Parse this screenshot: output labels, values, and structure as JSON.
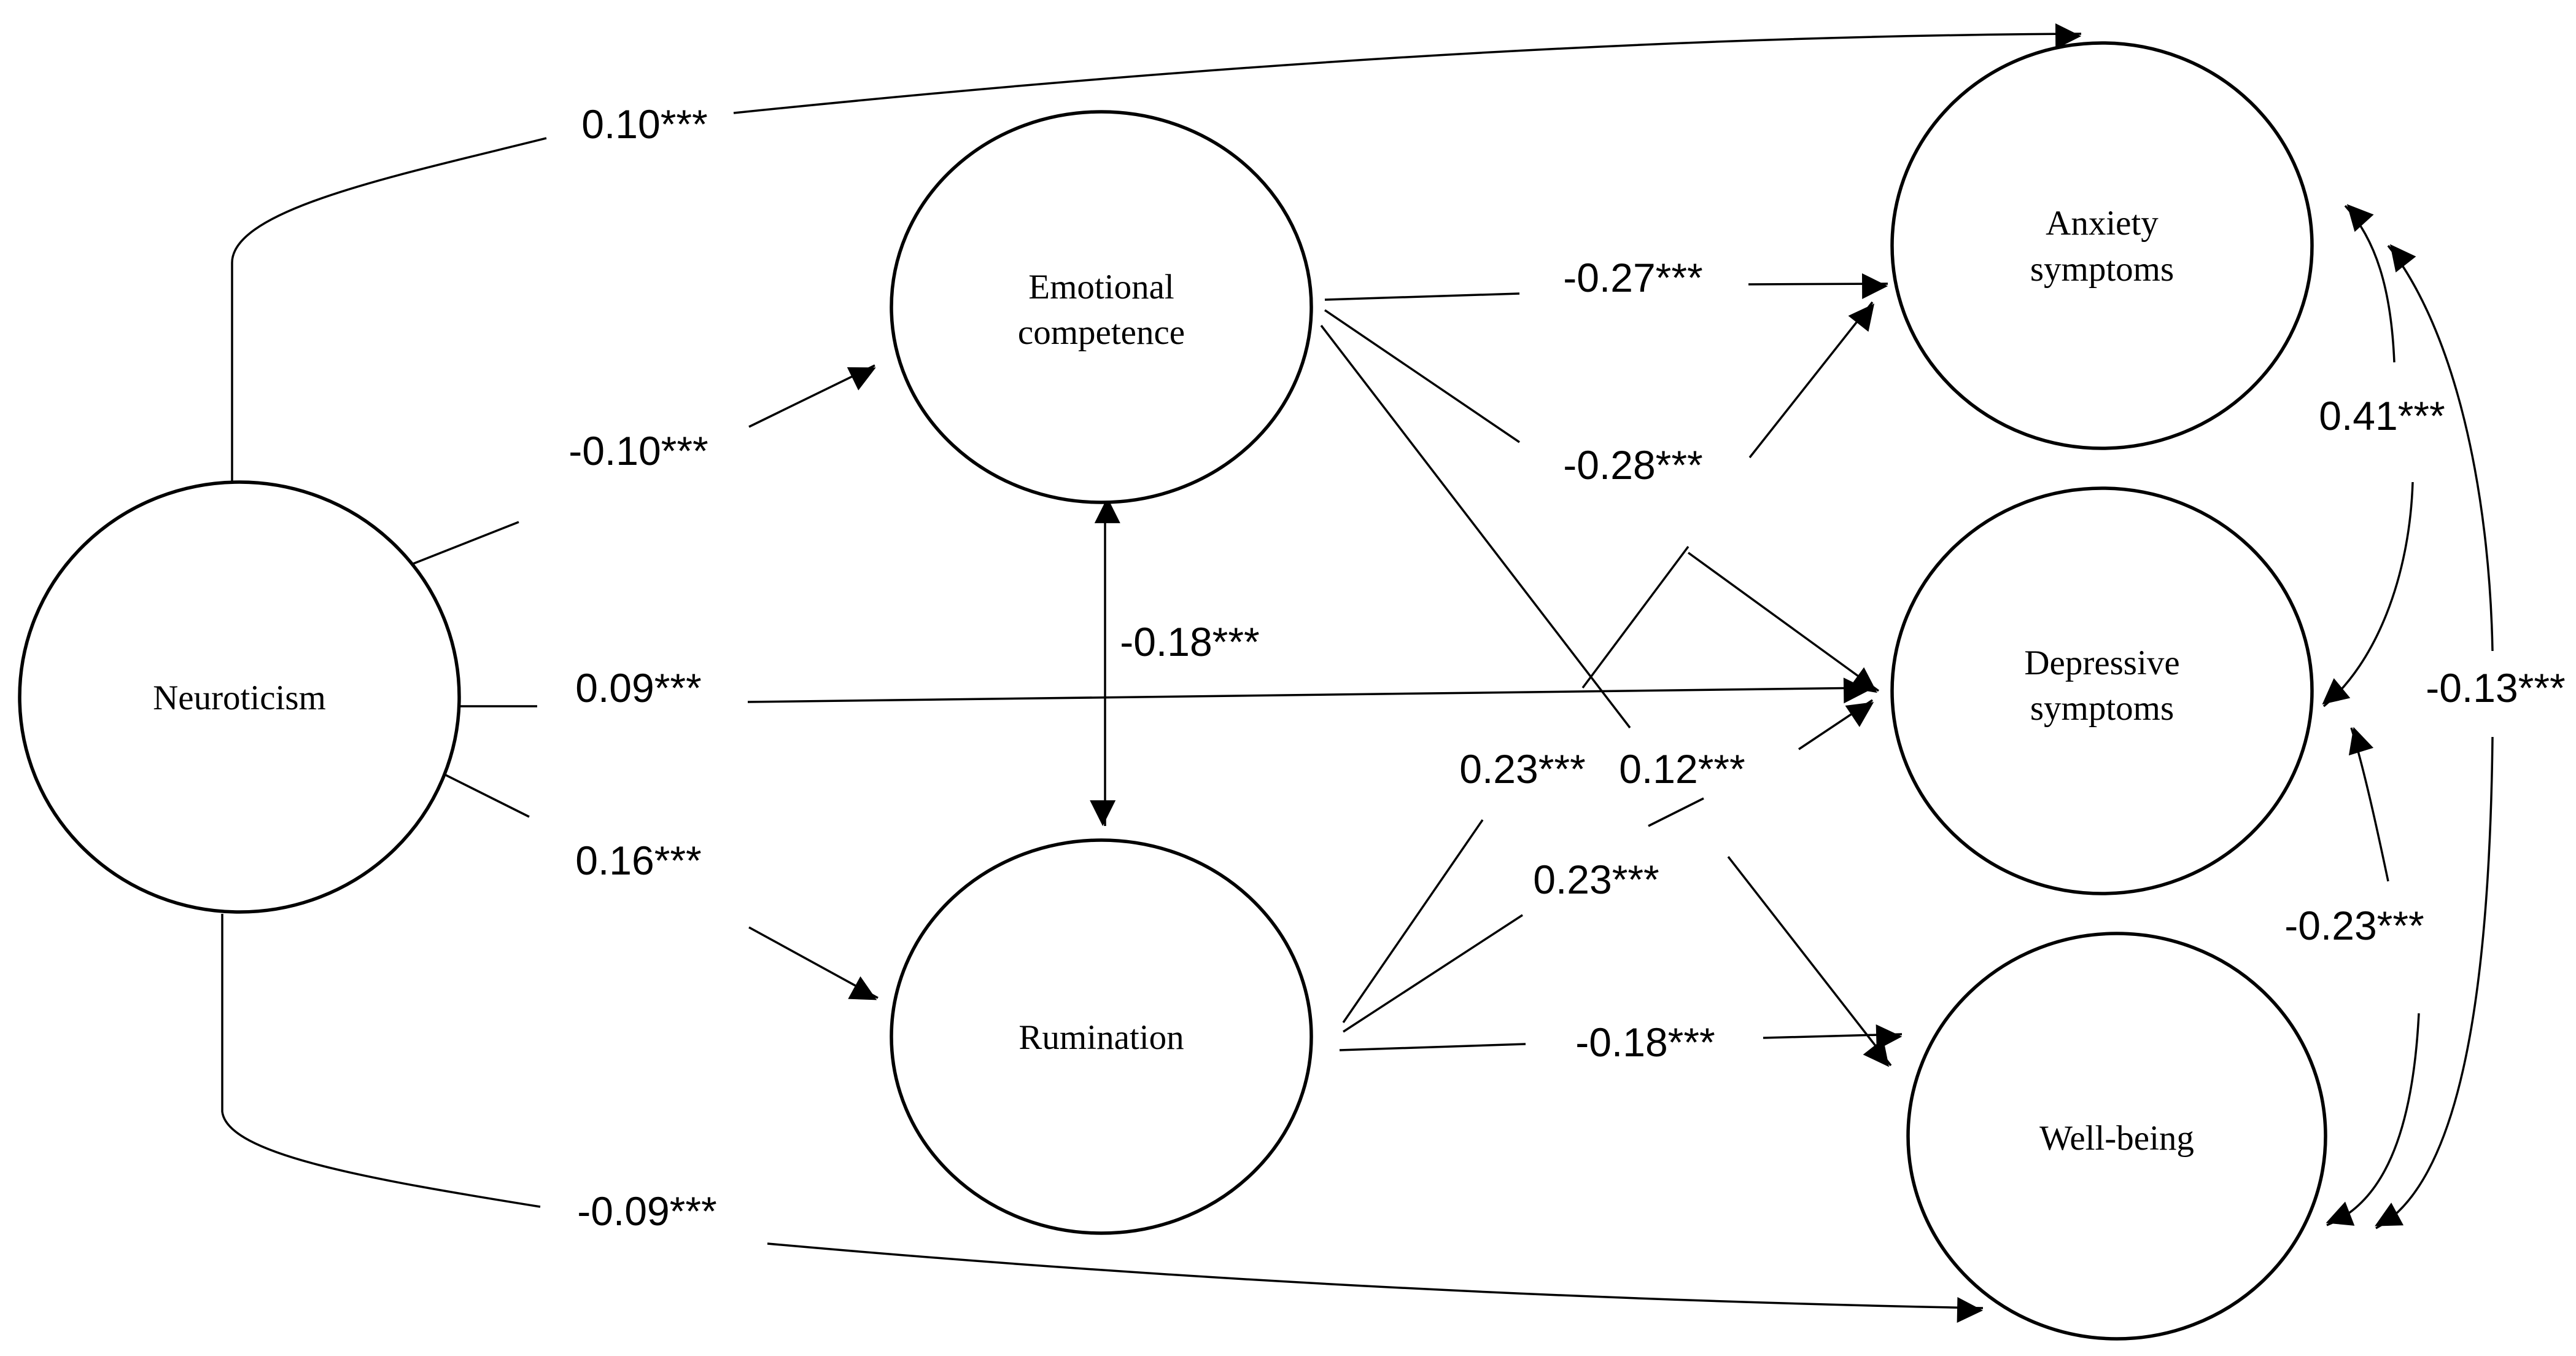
{
  "nodes": {
    "neuroticism": {
      "lines": [
        "Neuroticism"
      ]
    },
    "emotional_competence": {
      "lines": [
        "Emotional",
        "competence"
      ]
    },
    "rumination": {
      "lines": [
        "Rumination"
      ]
    },
    "anxiety": {
      "lines": [
        "Anxiety",
        "symptoms"
      ]
    },
    "depressive": {
      "lines": [
        "Depressive",
        "symptoms"
      ]
    },
    "wellbeing": {
      "lines": [
        "Well-being"
      ]
    }
  },
  "paths": {
    "neuroticism_anxiety": "0.10***",
    "neuroticism_emotional_competence": "-0.10***",
    "neuroticism_depressive": "0.09***",
    "neuroticism_rumination": "0.16***",
    "neuroticism_wellbeing": "-0.09***",
    "emotional_competence_rumination": "-0.18***",
    "emotional_competence_anxiety": "-0.27***",
    "emotional_competence_depressive": "-0.28***",
    "emotional_competence_wellbeing": "0.12***",
    "rumination_anxiety": "0.23***",
    "rumination_depressive": "0.23***",
    "rumination_wellbeing": "-0.18***",
    "anxiety_depressive": "0.41***",
    "depressive_wellbeing": "-0.23***",
    "anxiety_wellbeing": "-0.13***"
  }
}
